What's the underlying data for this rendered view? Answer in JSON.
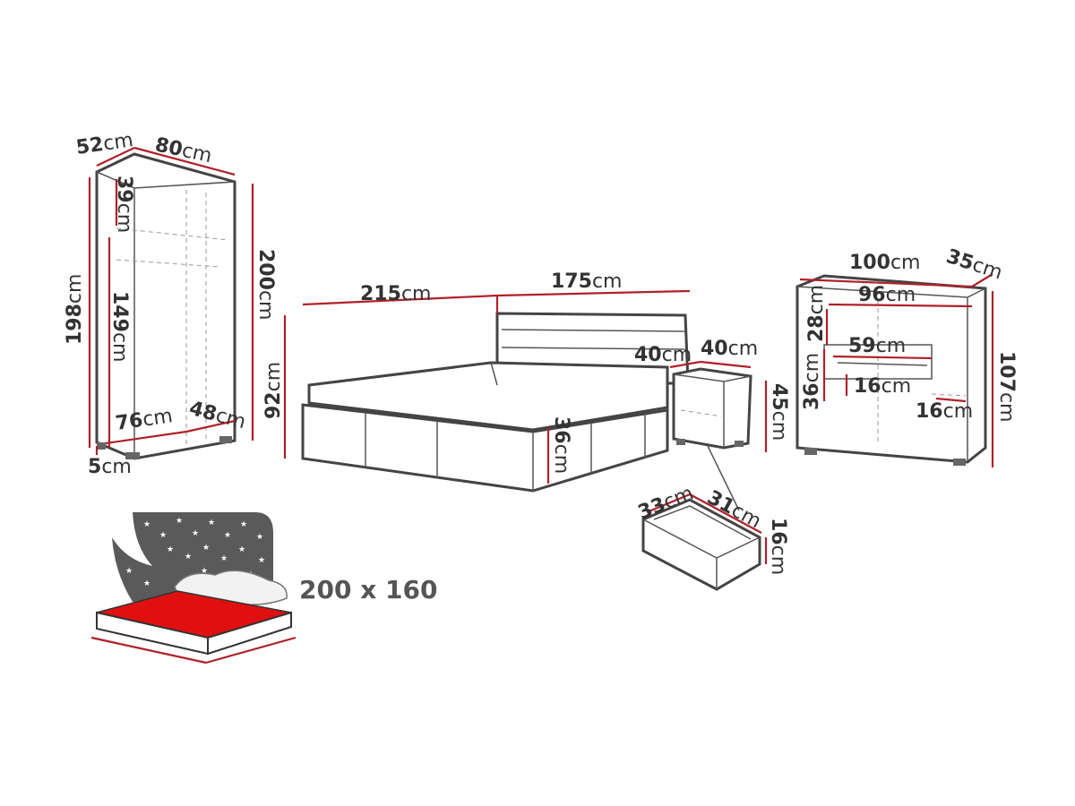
{
  "unit": "cm",
  "colors": {
    "dimension_line": "#b0202a",
    "outline": "#444444",
    "text": "#333333",
    "mattress_top": "#e01010",
    "night_sky": "#5a5a5a"
  },
  "wardrobe": {
    "depth": "52",
    "width": "80",
    "top_section": "39",
    "height_inner": "198",
    "rail_section": "149",
    "height": "200",
    "inner_width": "76",
    "inner_depth": "48",
    "leg": "5"
  },
  "bed": {
    "length": "215",
    "width": "175",
    "height": "92",
    "base_height": "36"
  },
  "nightstand": {
    "width": "40",
    "depth": "40",
    "height": "45"
  },
  "drawer": {
    "width": "33",
    "depth": "31",
    "height": "16"
  },
  "cabinet": {
    "width": "100",
    "depth": "35",
    "inner_width": "96",
    "top_section": "28",
    "shelf_width": "59",
    "shelf_depth": "16",
    "side_section": "36",
    "niche": "16",
    "height": "107"
  },
  "mattress": {
    "size_label": "200 x 160",
    "icon": "mattress-star-icon"
  }
}
